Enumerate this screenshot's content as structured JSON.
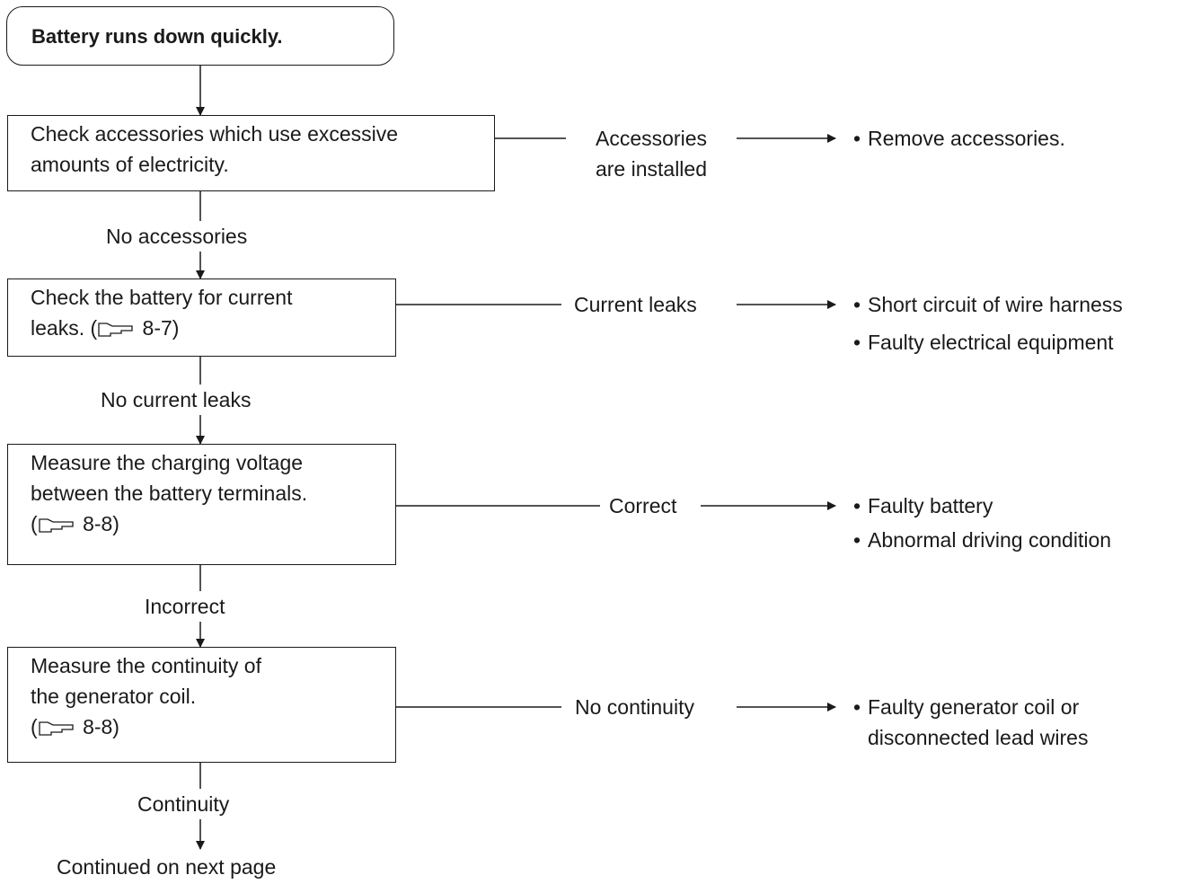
{
  "start": {
    "label": "Battery runs down quickly."
  },
  "steps": [
    {
      "lines": [
        "Check accessories which use excessive",
        "amounts of electricity."
      ]
    },
    {
      "lines": [
        "Check the battery for current"
      ],
      "ref_prefix": "leaks. (",
      "ref_page": "8-7)"
    },
    {
      "lines": [
        "Measure the charging voltage",
        "between the battery terminals."
      ],
      "ref_prefix": "(",
      "ref_page": "8-8)"
    },
    {
      "lines": [
        "Measure the continuity of",
        "the generator coil."
      ],
      "ref_prefix": "(",
      "ref_page": "8-8)"
    }
  ],
  "down_labels": [
    "No accessories",
    "No current leaks",
    "Incorrect",
    "Continuity"
  ],
  "side_labels": [
    [
      "Accessories",
      "are installed"
    ],
    [
      "Current leaks"
    ],
    [
      "Correct"
    ],
    [
      "No continuity"
    ]
  ],
  "results": [
    [
      "Remove accessories."
    ],
    [
      "Short circuit of wire harness",
      "Faulty electrical equipment"
    ],
    [
      "Faulty battery",
      "Abnormal driving condition"
    ],
    [
      "Faulty generator coil or",
      "disconnected lead wires"
    ]
  ],
  "bullet_char": "•",
  "footer": "Continued on next page",
  "icons": {
    "reference": "pointing-hand-icon"
  }
}
